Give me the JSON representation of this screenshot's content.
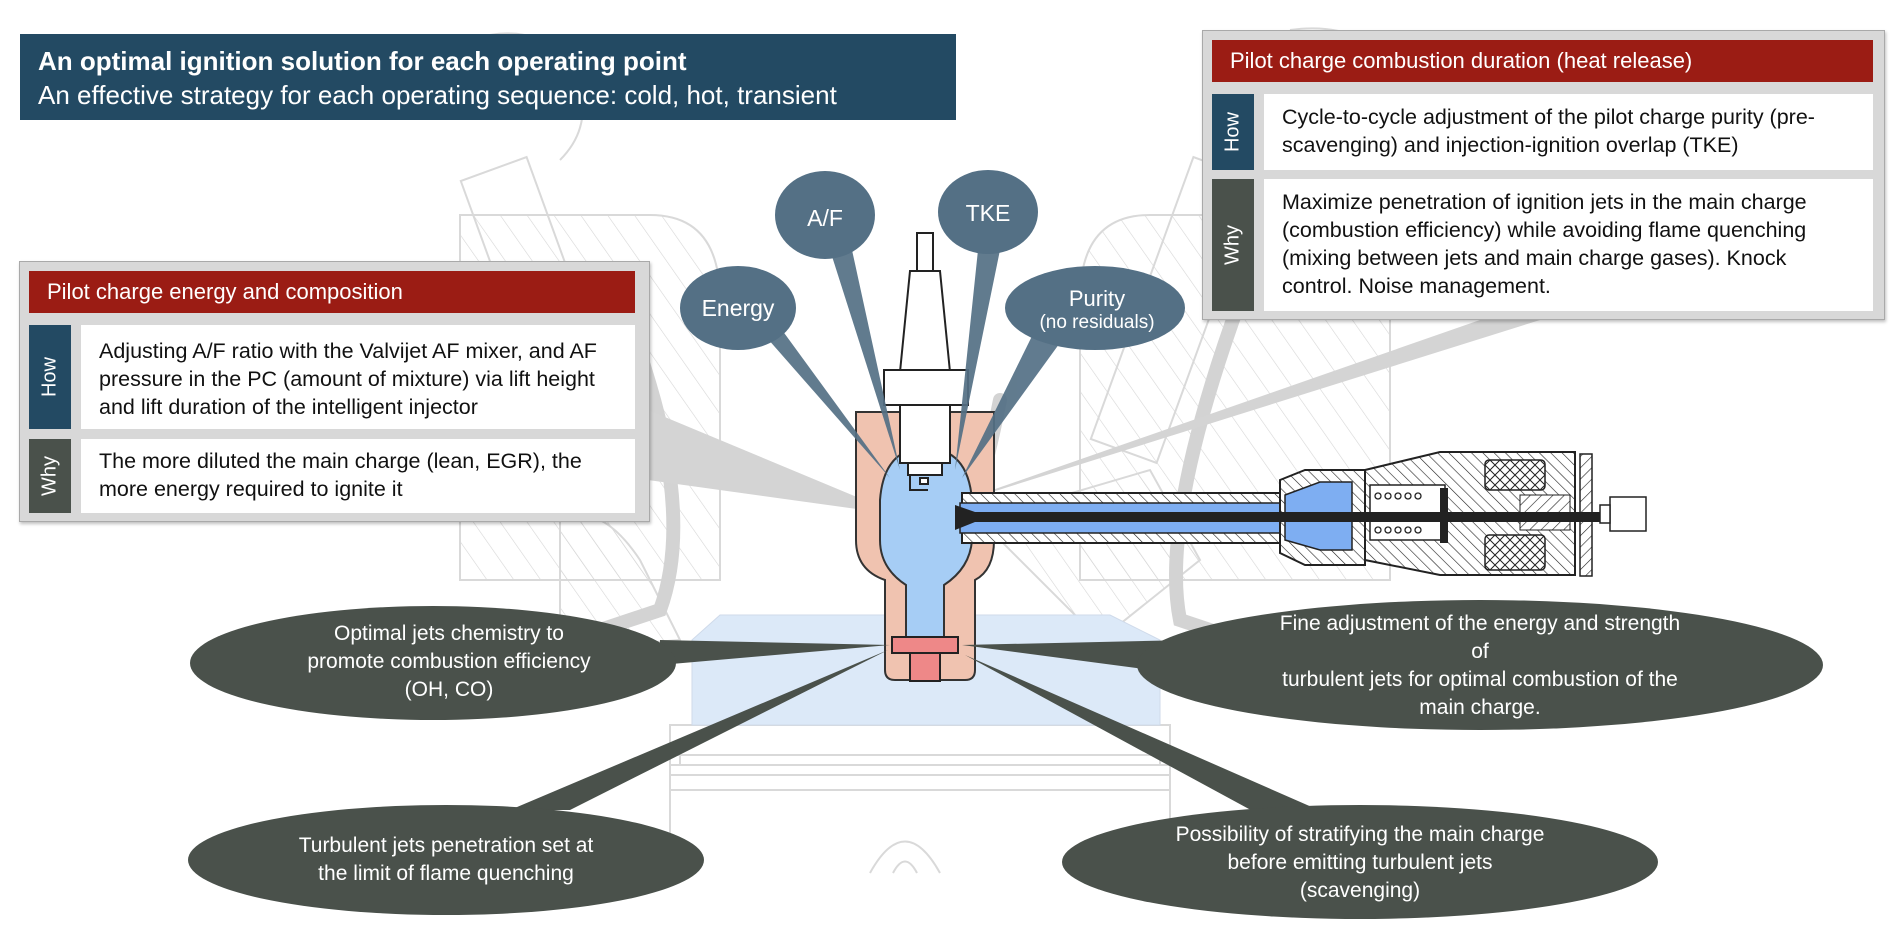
{
  "header": {
    "title": "An optimal ignition solution for each operating point",
    "subtitle": "An effective strategy for each operating sequence: cold, hot, transient"
  },
  "panels": {
    "left": {
      "title": "Pilot charge energy and composition",
      "how_label": "How",
      "how_text": "Adjusting A/F ratio with the Valvijet AF mixer, and AF pressure in the PC (amount of mixture) via lift height and lift duration of the intelligent injector",
      "why_label": "Why",
      "why_text": "The more diluted the main charge (lean, EGR), the more energy required to ignite it"
    },
    "right": {
      "title": "Pilot charge combustion duration (heat release)",
      "how_label": "How",
      "how_text": "Cycle-to-cycle adjustment of the pilot charge purity (pre-scavenging) and injection-ignition overlap (TKE)",
      "why_label": "Why",
      "why_text": "Maximize penetration of ignition jets in the main charge (combustion efficiency) while avoiding flame quenching (mixing between jets and main charge gases). Knock control. Noise management."
    }
  },
  "parameter_bubbles": [
    {
      "label": "Energy"
    },
    {
      "label": "A/F"
    },
    {
      "label": "TKE"
    },
    {
      "label": "Purity",
      "sublabel": "(no residuals)"
    }
  ],
  "jet_bubbles": [
    {
      "text": "Optimal jets chemistry to\npromote combustion efficiency\n(OH, CO)"
    },
    {
      "text": "Fine adjustment of the energy and strength of\nturbulent jets for optimal combustion of the\nmain charge."
    },
    {
      "text": "Turbulent jets penetration set at\nthe limit of flame quenching"
    },
    {
      "text": "Possibility of stratifying the main charge\nbefore emitting turbulent jets\n(scavenging)"
    }
  ],
  "colors": {
    "header_blue": "#234a63",
    "panel_red": "#9b1c14",
    "how_blue": "#234a63",
    "why_gray": "#4a514b",
    "param_bubble": "#547085",
    "jet_bubble": "#4a514b",
    "chamber_salmon": "#f0c3b0",
    "fluid_blue": "#a6cdf5",
    "nozzle_red": "#ee8888",
    "main_charge": "#dce9f8"
  }
}
